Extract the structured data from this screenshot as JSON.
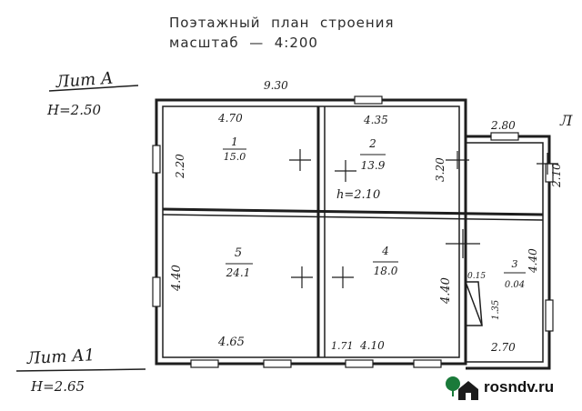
{
  "header": {
    "title_line1": "Поэтажный  план  строения",
    "title_line2": "масштаб  —  4:200"
  },
  "notes": {
    "lit_a_line1": "Лит А",
    "lit_a_line2": "Н=2.50",
    "lit_a1_line1": "Лит А1",
    "lit_a1_line2": "Н=2.65",
    "lit_right": "Л"
  },
  "dimensions": {
    "overall_width": "9.30",
    "room1_width": "4.70",
    "room2_width": "4.35",
    "annex_width": "2.80",
    "room1_depth": "2.20",
    "room2_depth": "3.20",
    "annex_depth": "2.10",
    "left_depth_lower": "4.40",
    "room5_width": "4.65",
    "room4_width": "4.10",
    "room4_prefix": "1.71",
    "room4_depth": "4.40",
    "room3_depth": "4.40",
    "room3_width": "2.70",
    "stair_len": "1.35",
    "stair_w": "0.15",
    "room2_height": "h=2.10"
  },
  "rooms": [
    {
      "num": "1",
      "area": "15.0"
    },
    {
      "num": "2",
      "area": "13.9"
    },
    {
      "num": "5",
      "area": "24.1"
    },
    {
      "num": "4",
      "area": "18.0"
    },
    {
      "num": "3",
      "area": "0.04"
    }
  ],
  "logo": {
    "text": "rosndv.ru",
    "accent": "#1a7a3a"
  }
}
